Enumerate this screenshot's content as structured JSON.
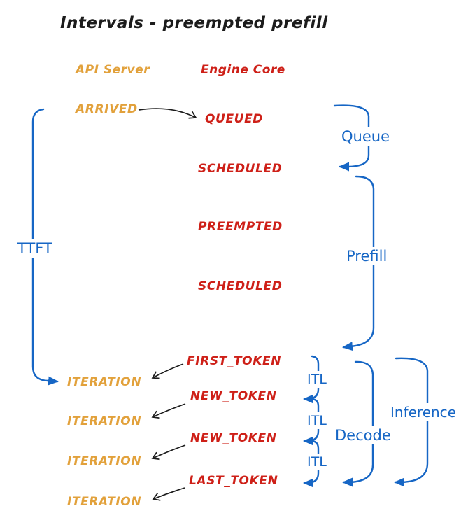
{
  "title": "Intervals - preempted prefill",
  "columns": {
    "api_server": "API Server",
    "engine_core": "Engine Core"
  },
  "api_events": [
    {
      "label": "ARRIVED"
    },
    {
      "label": "ITERATION"
    },
    {
      "label": "ITERATION"
    },
    {
      "label": "ITERATION"
    },
    {
      "label": "ITERATION"
    }
  ],
  "engine_events": [
    {
      "label": "QUEUED"
    },
    {
      "label": "SCHEDULED"
    },
    {
      "label": "PREEMPTED"
    },
    {
      "label": "SCHEDULED"
    },
    {
      "label": "FIRST_TOKEN"
    },
    {
      "label": "NEW_TOKEN"
    },
    {
      "label": "NEW_TOKEN"
    },
    {
      "label": "LAST_TOKEN"
    }
  ],
  "intervals": {
    "ttft": "TTFT",
    "queue": "Queue",
    "prefill": "Prefill",
    "decode": "Decode",
    "inference": "Inference",
    "itl_1": "ITL",
    "itl_2": "ITL",
    "itl_3": "ITL"
  },
  "colors": {
    "orange": "#E2A13B",
    "red": "#CE2018",
    "blue": "#1666C5",
    "ink": "#1C1C1C"
  }
}
